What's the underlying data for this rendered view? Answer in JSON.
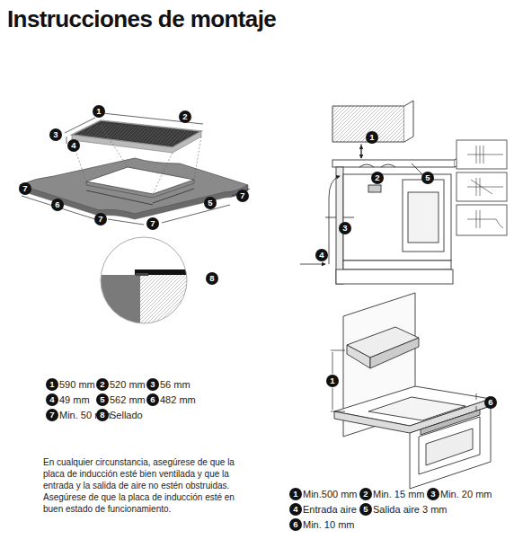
{
  "diagram": {
    "title": "Instrucciones de montaje",
    "labels": [
      "1",
      "2",
      "3",
      "4",
      "7",
      "6",
      "7",
      "7",
      "5",
      "7",
      "8",
      "1",
      "590 mm",
      "2",
      "520 mm",
      "3",
      "56 mm",
      "4",
      "49 mm",
      "5",
      "562 mm",
      "6",
      "482 mm",
      "7",
      "Min. 50 mm",
      "8",
      "Sellado",
      "En cualquier circunstancia, asegúrese de que la placa de inducción esté bien ventilada y que la entrada y la salida de aire no estén obstruidas. Asegúrese de que la placa de inducción esté en buen estado de funcionamiento.",
      "1",
      "2",
      "3",
      "4",
      "5",
      "1",
      "6",
      "1",
      "Min.500 mm",
      "2",
      "Min. 15 mm",
      "3",
      "Min. 20 mm",
      "4",
      "Entrada aire",
      "5",
      "Salida aire 3 mm",
      "6",
      "Min. 10 mm"
    ]
  }
}
